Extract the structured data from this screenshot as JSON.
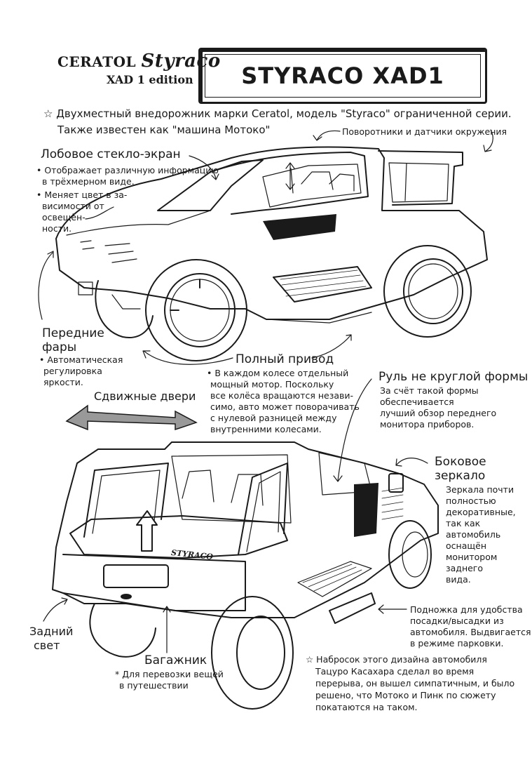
{
  "brand": {
    "line1": "CERATOL",
    "line1_italic": "Styraco",
    "line2": "XAD 1 edition"
  },
  "title": "STYRACO XAD1",
  "intro": {
    "line1": "☆ Двухместный внедорожник марки Ceratol, модель \"Styraco\" ограниченной серии.",
    "line2": "Также известен как \"машина Мотоко\""
  },
  "labels": {
    "turn_signals": "Поворотники и датчики окружения",
    "windshield": {
      "heading": "Лобовое стекло-экран",
      "bullet1_l1": "• Отображает различную информацию",
      "bullet1_l2": "в трёхмерном виде.",
      "bullet2_l1": "• Меняет цвет в за-",
      "bullet2_l2": "висимости от",
      "bullet2_l3": "освещён-",
      "bullet2_l4": "ности."
    },
    "headlights": {
      "heading_l1": "Передние",
      "heading_l2": "фары",
      "text_l1": "• Автоматическая",
      "text_l2": "регулировка",
      "text_l3": "яркости."
    },
    "awd": {
      "heading": "Полный привод",
      "l1": "• В каждом колесе отдельный",
      "l2": "мощный мотор. Поскольку",
      "l3": "все колёса вращаются незави-",
      "l4": "симо, авто может поворачивать",
      "l5": "с нулевой разницей между",
      "l6": "внутренними колесами."
    },
    "steering": {
      "heading": "Руль не круглой формы",
      "l1": "За счёт такой формы",
      "l2": "обеспечивается",
      "l3": "лучший обзор переднего",
      "l4": "монитора приборов."
    },
    "sliding_doors": "Сдвижные двери",
    "mirror": {
      "heading_l1": "Боковое",
      "heading_l2": "зеркало",
      "l1": "Зеркала почти",
      "l2": "полностью",
      "l3": "декоративные,",
      "l4": "так как",
      "l5": "автомобиль",
      "l6": "оснащён",
      "l7": "монитором",
      "l8": "заднего",
      "l9": "вида."
    },
    "step": {
      "l1": "Подножка для удобства",
      "l2": "посадки/высадки из",
      "l3": "автомобиля. Выдвигается",
      "l4": "в режиме парковки."
    },
    "rear_light": {
      "l1": "Задний",
      "l2": "свет"
    },
    "trunk": {
      "heading": "Багажник",
      "l1": "* Для перевозки вещей",
      "l2": "в путешествии"
    },
    "note": {
      "l1": "☆ Набросок этого дизайна автомобиля",
      "l2": "Тацуро Касахара сделал во время",
      "l3": "перерыва, он вышел симпатичным, и было",
      "l4": "решено, что Мотоко и Пинк по сюжету",
      "l5": "покатаются на таком."
    },
    "car_badge": "STYRACO"
  }
}
